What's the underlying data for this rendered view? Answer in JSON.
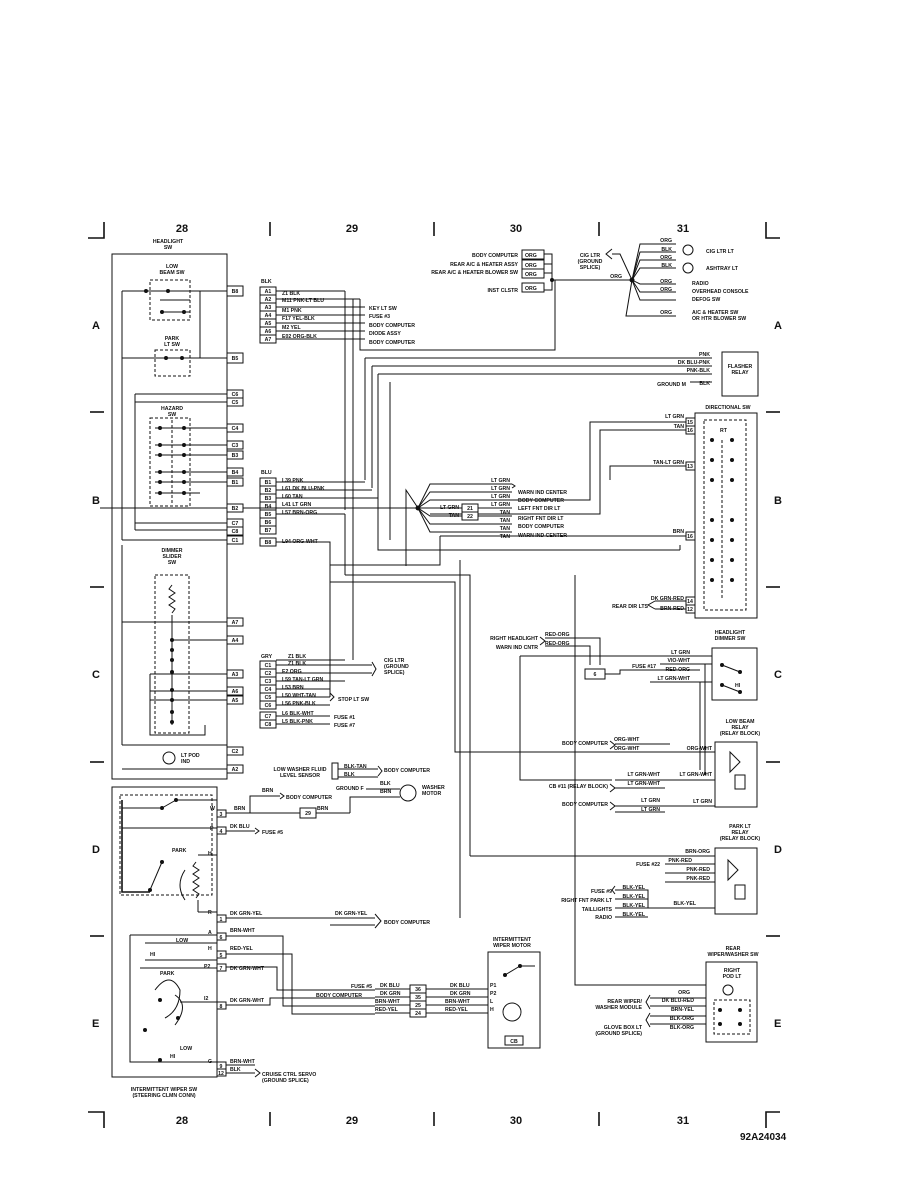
{
  "grid": {
    "columns_top": [
      "28",
      "29",
      "30",
      "31"
    ],
    "columns_bottom": [
      "28",
      "29",
      "30",
      "31"
    ],
    "rows_left": [
      "A",
      "B",
      "C",
      "D",
      "E"
    ],
    "rows_right": [
      "A",
      "B",
      "C",
      "D",
      "E"
    ]
  },
  "figure_id": "92A24034",
  "headlight_sw": {
    "title_line1": "HEADLIGHT",
    "title_line2": "SW",
    "low_beam_sw": "LOW\nBEAM SW",
    "park_lt_sw": "PARK\nLT SW",
    "hazard_sw": "HAZARD\nSW",
    "dimmer_slider_sw": "DIMMER\nSLIDER\nSW",
    "lt_pod_ind": "LT POD\nIND",
    "pins": [
      "B8",
      "B5",
      "C6",
      "C5",
      "C4",
      "C3",
      "B3",
      "B4",
      "B1",
      "B2",
      "C7",
      "C8",
      "C1",
      "A7",
      "A4",
      "A3",
      "A6",
      "A5",
      "C2",
      "A2"
    ]
  },
  "blk_connector": {
    "title": "BLK",
    "pins": [
      "A1",
      "A2",
      "A3",
      "A4",
      "A5",
      "A6",
      "A7"
    ],
    "wires": [
      "Z1 BLK",
      "M11 PNK-LT BLU",
      "M1 PNK",
      "F17 YEL-BLK",
      "M2 YEL",
      "E02 ORG-BLK",
      ""
    ],
    "destinations": [
      "KEY LT SW",
      "FUSE #3",
      "BODY COMPUTER",
      "DIODE ASSY",
      "BODY COMPUTER"
    ]
  },
  "blu_connector": {
    "title": "BLU",
    "pins": [
      "B1",
      "B2",
      "B3",
      "B4",
      "B5",
      "B6",
      "B7",
      "B8"
    ],
    "wires": [
      "L39 PNK",
      "L61 DK BLU-PNK",
      "L60 TAN",
      "L41 LT GRN",
      "L57 BRN-ORG",
      "",
      "",
      "L94 ORG-WHT"
    ]
  },
  "gry_connector": {
    "title": "GRY",
    "pins": [
      "C1",
      "C2",
      "C3",
      "C4",
      "C5",
      "C6",
      "C7",
      "C8"
    ],
    "wires": [
      "Z1 BLK",
      "E2 ORG",
      "L59 TAN-LT GRN",
      "L53 BRN",
      "L50 WHT-TAN",
      "L56 PNK-BLK",
      "L6 BLK-WHT",
      "L5 BLK-PNK"
    ],
    "destinations": [
      "CIG LTR\n(GROUND\nSPLICE)",
      "STOP LT SW",
      "FUSE #1",
      "FUSE #7"
    ]
  },
  "top_splice": {
    "inputs": [
      "BODY COMPUTER",
      "REAR A/C & HEATER ASSY",
      "REAR A/C & HEATER BLOWER SW",
      "INST CLSTR"
    ],
    "wire": "ORG",
    "label": "CIG LTR\n(GROUND\nSPLICE)",
    "outputs": [
      "CIG LTR LT",
      "ASHTRAY LT",
      "RADIO",
      "OVERHEAD CONSOLE",
      "DEFOG SW",
      "A/C & HEATER SW\nOR HTR BLOWER SW"
    ],
    "output_wires": [
      "ORG",
      "BLK",
      "ORG",
      "BLK",
      "ORG",
      "ORG",
      "ORG",
      "ORG"
    ]
  },
  "flasher_relay": {
    "title": "FLASHER\nRELAY",
    "wires": [
      "PNK",
      "DK BLU-PNK",
      "PNK-BLK",
      "BLK"
    ],
    "ground": "GROUND M"
  },
  "directional_sw": {
    "title": "DIRECTIONAL SW",
    "wires": [
      "LT GRN",
      "TAN",
      "TAN-LT GRN",
      "BRN",
      "DK GRN-RED",
      "BRN-RED"
    ],
    "pins": [
      "15",
      "16",
      "13",
      "16",
      "14",
      "12"
    ],
    "rear_dir_lts": "REAR DIR LTS",
    "rt": "RT"
  },
  "center_splice": {
    "wires": [
      "LT GRN",
      "LT GRN",
      "LT GRN",
      "LT GRN",
      "TAN",
      "TAN",
      "TAN",
      "TAN"
    ],
    "destinations": [
      "WARN IND CENTER",
      "BODY COMPUTER",
      "LEFT FNT DIR LT",
      "RIGHT FNT DIR LT",
      "BODY COMPUTER",
      "WARN IND CENTER"
    ],
    "box": [
      "21",
      "22"
    ],
    "box_wires": [
      "LT GRN",
      "TAN"
    ]
  },
  "headlight_dimmer_sw": {
    "title": "HEADLIGHT\nDIMMER SW",
    "inputs": [
      "RIGHT HEADLIGHT",
      "WARN IND CNTR",
      "FUSE #17"
    ],
    "wires": [
      "RED-ORG",
      "RED-ORG",
      "LT GRN",
      "VIO-WHT",
      "RED-ORG",
      "LT GRN-WHT"
    ],
    "connector": "6",
    "hi": "HI"
  },
  "low_beam_relay": {
    "title": "LOW BEAM\nRELAY\n(RELAY BLOCK)",
    "inputs": [
      "BODY COMPUTER",
      "CB #11 (RELAY BLOCK)",
      "BODY COMPUTER"
    ],
    "wires": [
      "ORG-WHT",
      "ORG-WHT",
      "ORG-WHT",
      "LT GRN-WHT",
      "LT GRN-WHT",
      "LT GRN-WHT",
      "LT GRN",
      "LT GRN",
      "LT GRN"
    ]
  },
  "park_lt_relay": {
    "title": "PARK LT\nRELAY\n(RELAY BLOCK)",
    "inputs": [
      "FUSE #22",
      "FUSE #9",
      "RIGHT FNT PARK LT",
      "TAILLIGHTS",
      "RADIO"
    ],
    "wires": [
      "BRN-ORG",
      "PNK-RED",
      "PNK-RED",
      "PNK-RED",
      "BLK-YEL",
      "BLK-YEL",
      "BLK-YEL",
      "BLK-YEL",
      "BLK-YEL"
    ]
  },
  "washer": {
    "level_sensor": "LOW WASHER FLUID\nLEVEL SENSOR",
    "wires": [
      "BLK-TAN",
      "BLK",
      "BLK",
      "BRN"
    ],
    "body_computer": "BODY COMPUTER",
    "ground": "GROUND F",
    "motor": "WASHER\nMOTOR"
  },
  "wiper_sw": {
    "title": "INTERMITTENT WIPER SW\n(STEERING CLMN CONN)",
    "pins_upper": [
      "W",
      "P",
      "4",
      "3",
      "H",
      "R",
      "1",
      "A",
      "6",
      "H",
      "5",
      "P2",
      "7",
      "I2",
      "8",
      "G",
      "9",
      "12"
    ],
    "labels": [
      "PARK",
      "LOW",
      "HI",
      "PARK",
      "LOW",
      "HI"
    ],
    "wires": [
      "BRN",
      "BRN",
      "DK BLU",
      "DK GRN-YEL",
      "BRN-WHT",
      "RED-YEL",
      "DK GRN-WHT",
      "DK GRN-WHT",
      "BRN-WHT",
      "BLK"
    ],
    "destinations": [
      "BODY COMPUTER",
      "FUSE #5",
      "BODY COMPUTER",
      "CRUISE CTRL SERVO\n(GROUND SPLICE)"
    ],
    "connector_29": "29"
  },
  "intermittent_wiper_motor": {
    "title": "INTERMITTENT\nWIPER MOTOR",
    "pins": [
      "P1",
      "P2",
      "L",
      "H"
    ],
    "inputs": [
      "FUSE #5",
      "BODY COMPUTER"
    ],
    "connector": [
      "36",
      "35",
      "25",
      "24"
    ],
    "left_wires": [
      "DK BLU",
      "DK GRN",
      "BRN-WHT",
      "RED-YEL"
    ],
    "right_wires": [
      "DK BLU",
      "DK GRN",
      "BRN-WHT",
      "RED-YEL"
    ],
    "cb": "CB"
  },
  "rear_wiper_sw": {
    "title": "REAR\nWIPER/WASHER SW",
    "pod_lt": "RIGHT\nPOD LT",
    "inputs": [
      "REAR WIPER/\nWASHER MODULE",
      "GLOVE BOX LT\n(GROUND SPLICE)"
    ],
    "wires": [
      "ORG",
      "DK BLU-RED",
      "BRN-YEL",
      "BLK-ORG",
      "BLK-ORG"
    ]
  }
}
